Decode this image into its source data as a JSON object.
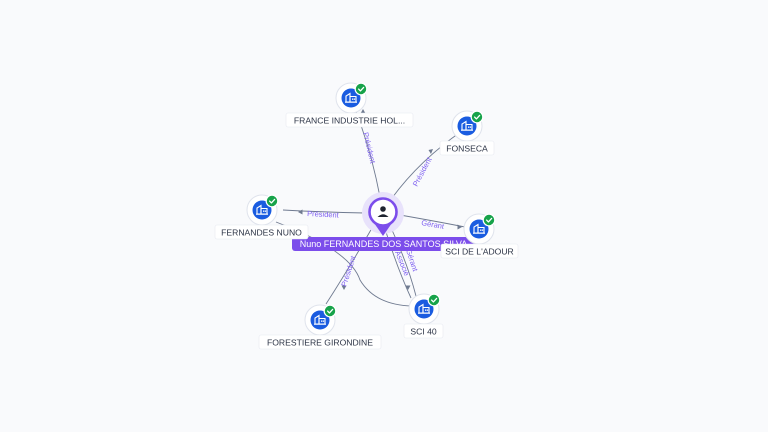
{
  "diagram": {
    "center": {
      "label": "Nuno FERNANDES DOS SANTOS SILVA",
      "icon": "person-icon"
    },
    "companies": [
      {
        "label": "FRANCE INDUSTRIE HOL...",
        "icon": "building-icon",
        "status": "check-icon"
      },
      {
        "label": "FONSECA",
        "icon": "building-icon",
        "status": "check-icon"
      },
      {
        "label": "FERNANDES NUNO",
        "icon": "building-icon",
        "status": "check-icon"
      },
      {
        "label": "SCI DE L'ADOUR",
        "icon": "building-icon",
        "status": "check-icon"
      },
      {
        "label": "SCI 40",
        "icon": "building-icon",
        "status": "check-icon"
      },
      {
        "label": "FORESTIERE GIRONDINE",
        "icon": "building-icon",
        "status": "check-icon"
      }
    ],
    "relations": [
      {
        "label": "Président"
      },
      {
        "label": "Président"
      },
      {
        "label": "Président"
      },
      {
        "label": "Gérant"
      },
      {
        "label": "Gérant"
      },
      {
        "label": "Associé"
      },
      {
        "label": "Président"
      }
    ],
    "colors": {
      "center_accent": "#7c4deb",
      "company_node": "#1a5ce0",
      "status_ok": "#17a34a",
      "edge_label": "#7d5ef0"
    }
  }
}
